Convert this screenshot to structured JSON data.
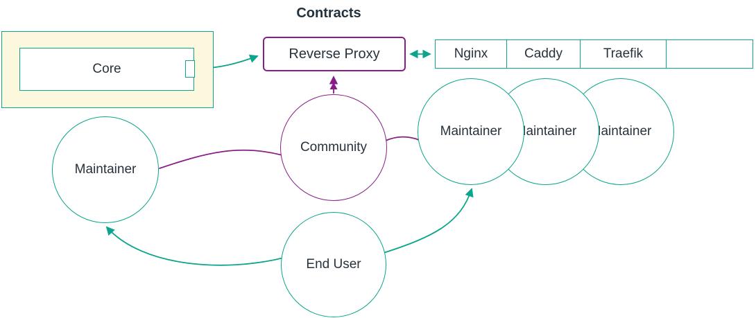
{
  "title": "Contracts",
  "palette": {
    "teal": "#0aa58b",
    "purple": "#871d87",
    "text": "#27323c",
    "group_fill": "#fcf8dd"
  },
  "nodes": {
    "core": "Core",
    "reverse_proxy": "Reverse Proxy",
    "proxy_options": [
      "Nginx",
      "Caddy",
      "Traefik",
      ""
    ],
    "maintainer_left": "Maintainer",
    "community": "Community",
    "maintainers_right": [
      "Maintainer",
      "Maintainer",
      "Maintainer"
    ],
    "end_user": "End User"
  },
  "edges": [
    {
      "from": "Core",
      "to": "Reverse Proxy",
      "color": "teal",
      "arrow": "end"
    },
    {
      "from": "Reverse Proxy",
      "to": "Nginx",
      "color": "teal",
      "arrow": "both"
    },
    {
      "from": "Community",
      "to": "Reverse Proxy",
      "color": "purple",
      "arrow": "end"
    },
    {
      "from": "Community",
      "to": "Maintainer (left)",
      "color": "purple",
      "arrow": "none"
    },
    {
      "from": "Community",
      "to": "Maintainer (right)",
      "color": "purple",
      "arrow": "none"
    },
    {
      "from": "End User",
      "to": "Maintainer (left)",
      "color": "teal",
      "arrow": "end"
    },
    {
      "from": "End User",
      "to": "Maintainer (right)",
      "color": "teal",
      "arrow": "end"
    }
  ]
}
